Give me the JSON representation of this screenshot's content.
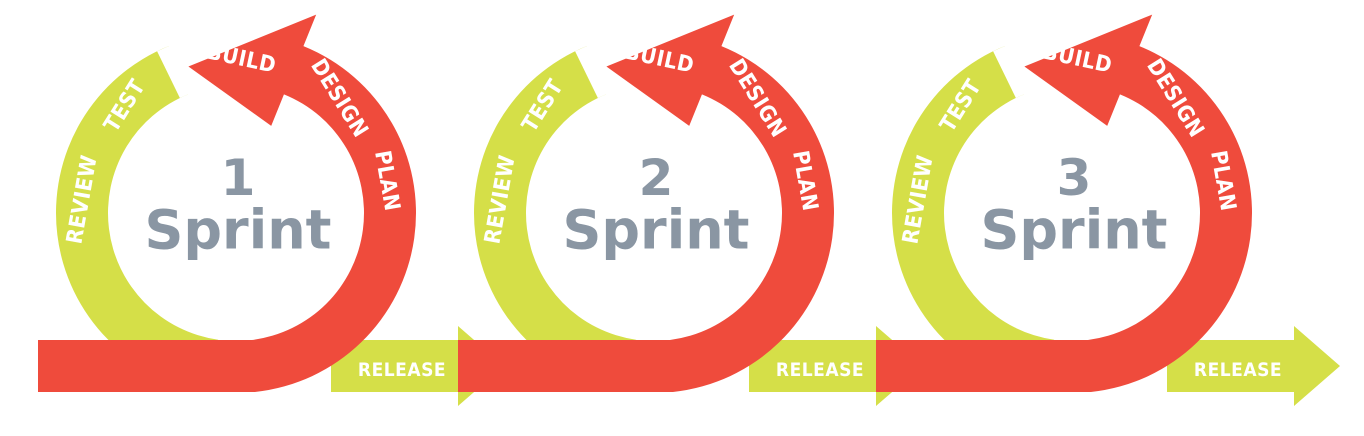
{
  "colors": {
    "red": "#ef4b3c",
    "green": "#d5df48",
    "text_gray": "#8a96a3",
    "label_white": "#ffffff"
  },
  "sprints": [
    {
      "number": "1",
      "title": "Sprint",
      "labels": {
        "build": "BUILD",
        "design": "DESIGN",
        "plan": "PLAN",
        "test": "TEST",
        "review": "REVIEW",
        "release": "RELEASE"
      }
    },
    {
      "number": "2",
      "title": "Sprint",
      "labels": {
        "build": "BUILD",
        "design": "DESIGN",
        "plan": "PLAN",
        "test": "TEST",
        "review": "REVIEW",
        "release": "RELEASE"
      }
    },
    {
      "number": "3",
      "title": "Sprint",
      "labels": {
        "build": "BUILD",
        "design": "DESIGN",
        "plan": "PLAN",
        "test": "TEST",
        "review": "REVIEW",
        "release": "RELEASE"
      }
    }
  ]
}
